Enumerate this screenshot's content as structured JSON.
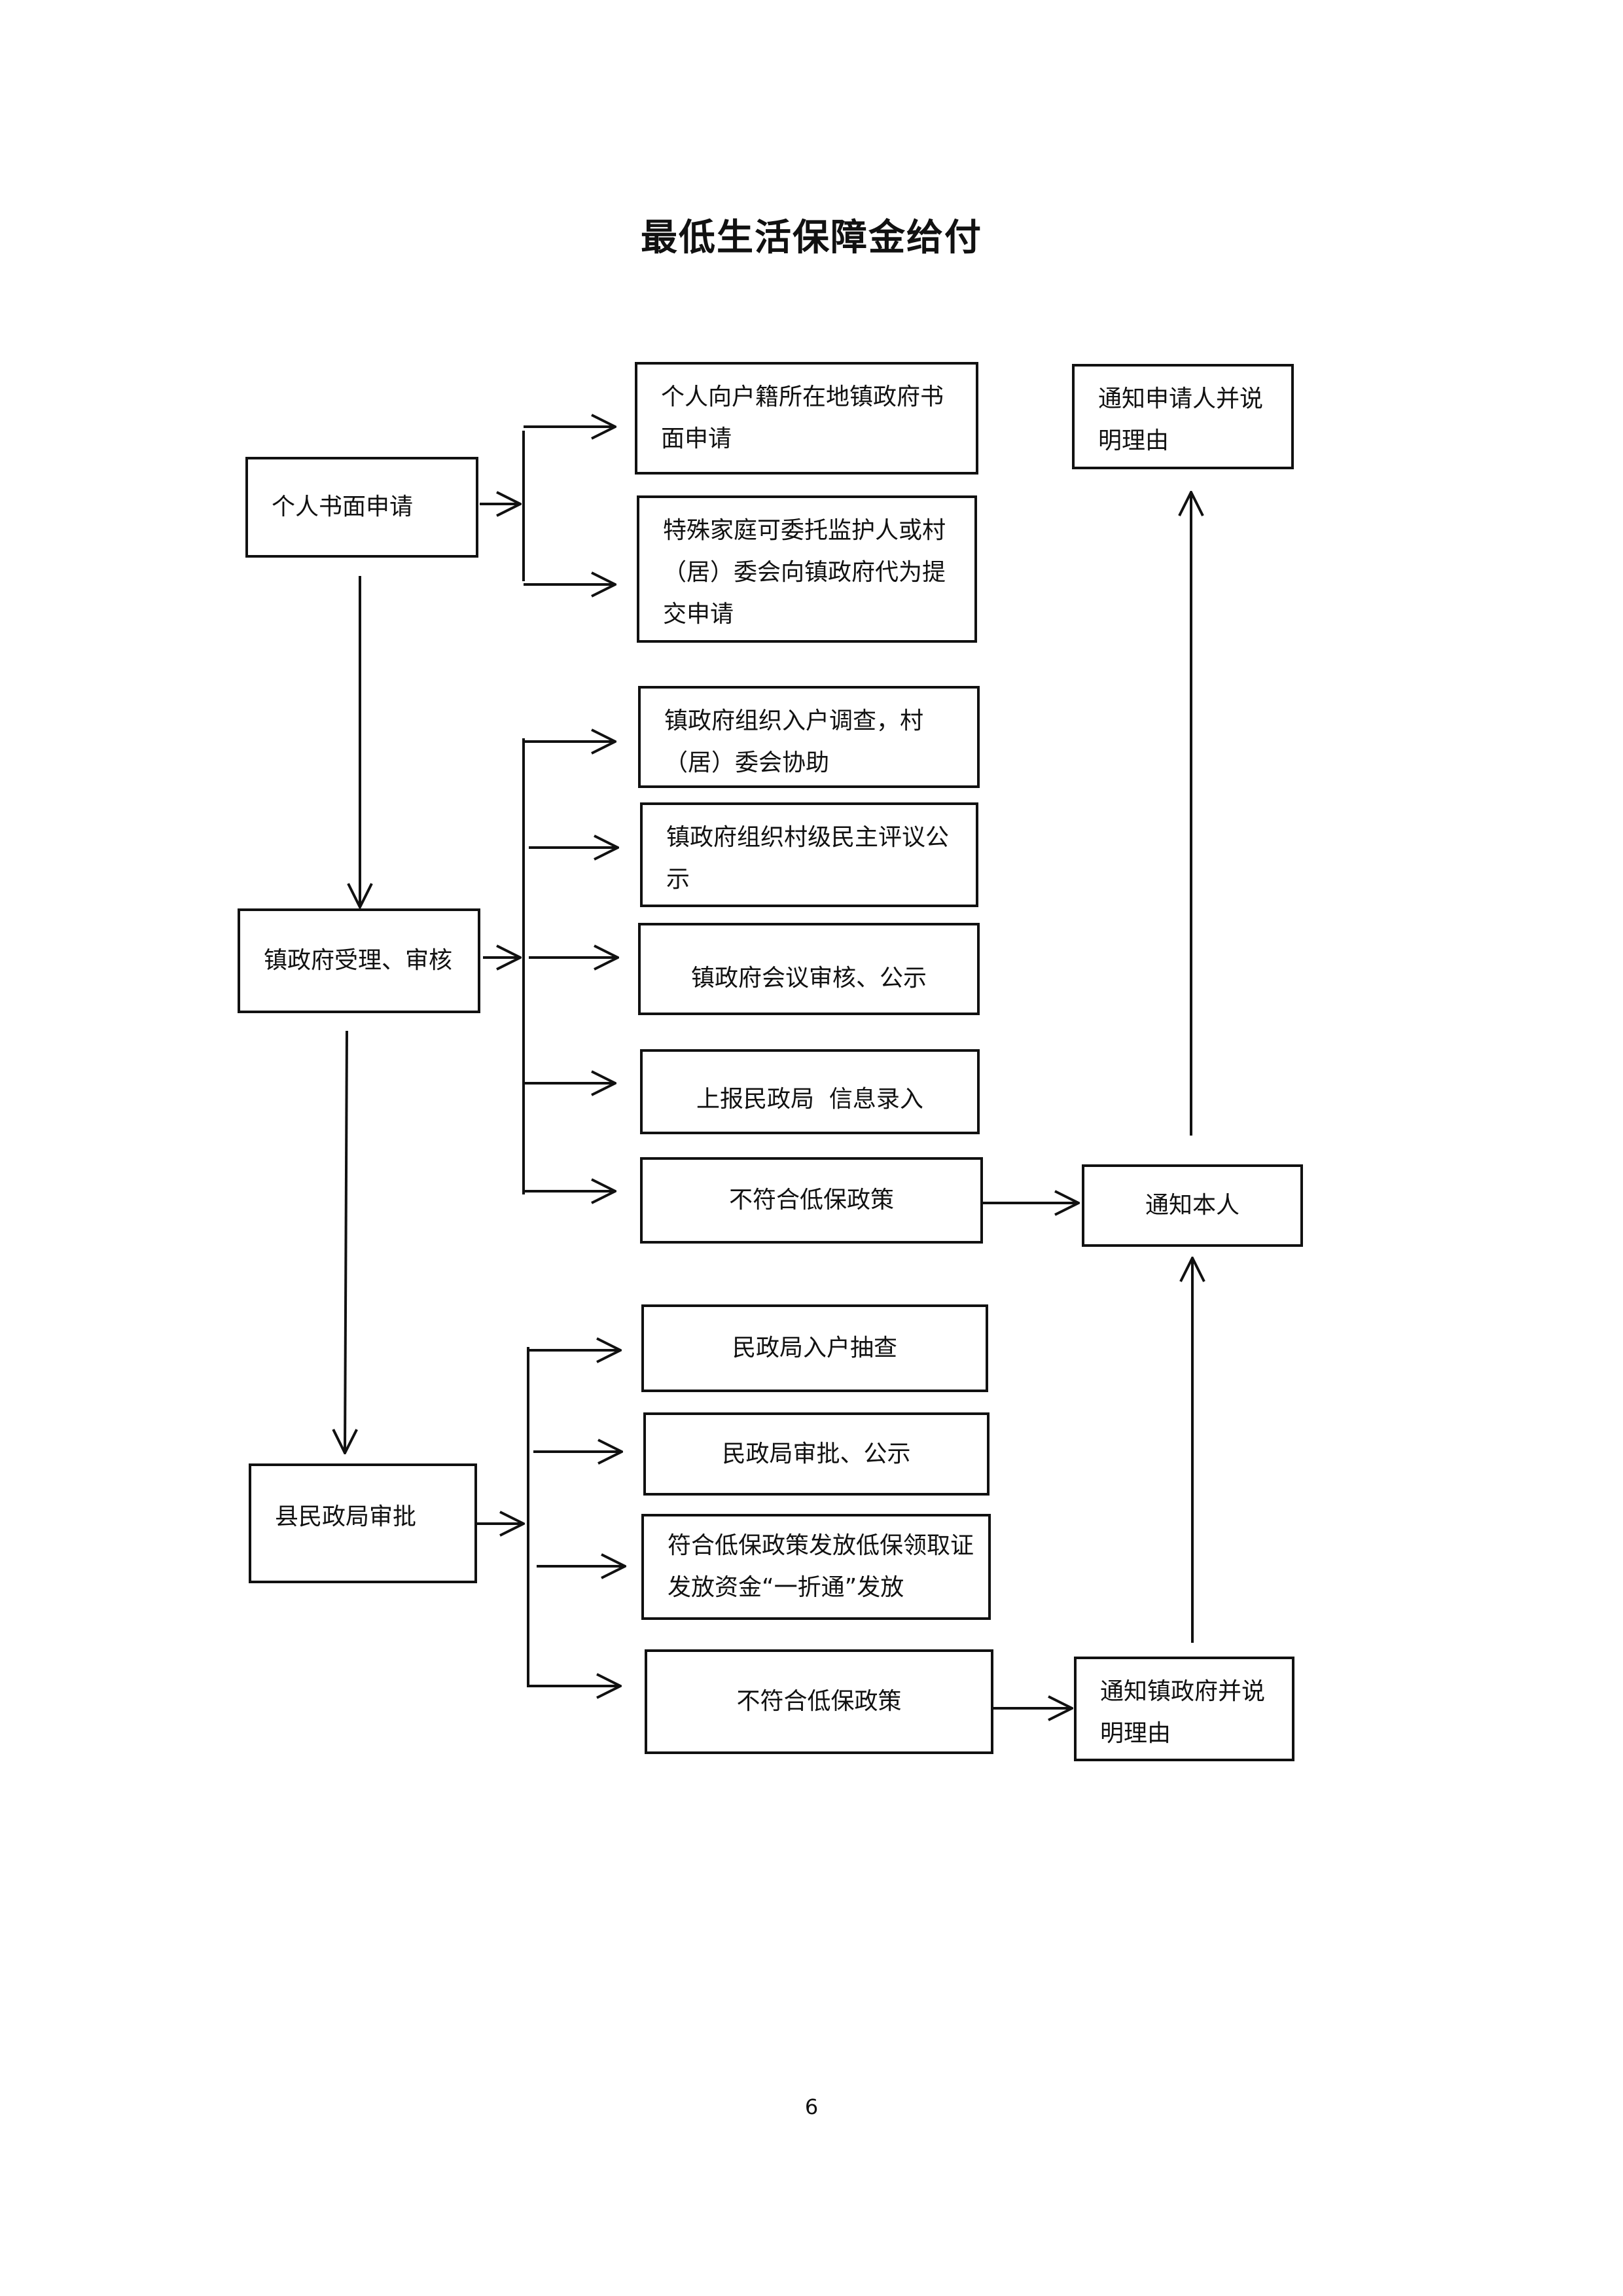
{
  "title": "最低生活保障金给付",
  "page_number": "6",
  "nodes": {
    "personal_written_application": "个人书面申请",
    "apply_to_town_government": "个人向户籍所在地镇政府书面申请",
    "special_family_proxy": "特殊家庭可委托监护人或村（居）委会向镇政府代为提交申请",
    "notify_applicant_with_reason": "通知申请人并说明理由",
    "household_survey": "镇政府组织入户调查，村（居）委会协助",
    "village_democratic_review": "镇政府组织村级民主评议公示",
    "town_acceptance_review": "镇政府受理、审核",
    "town_meeting_review": "镇政府会议审核、公示",
    "report_to_civil_affairs": "上报民政局  信息录入",
    "not_eligible_town": "不符合低保政策",
    "notify_person": "通知本人",
    "civil_affairs_spot_check": "民政局入户抽查",
    "civil_affairs_approval_publicity": "民政局审批、公示",
    "county_civil_affairs_approval": "县民政局审批",
    "eligible_issue_certificate": "符合低保政策发放低保领取证发放资金“一折通”发放",
    "not_eligible_county": "不符合低保政策",
    "notify_town_with_reason": "通知镇政府并说明理由"
  },
  "colors": {
    "line": "#111111",
    "background": "#ffffff"
  }
}
